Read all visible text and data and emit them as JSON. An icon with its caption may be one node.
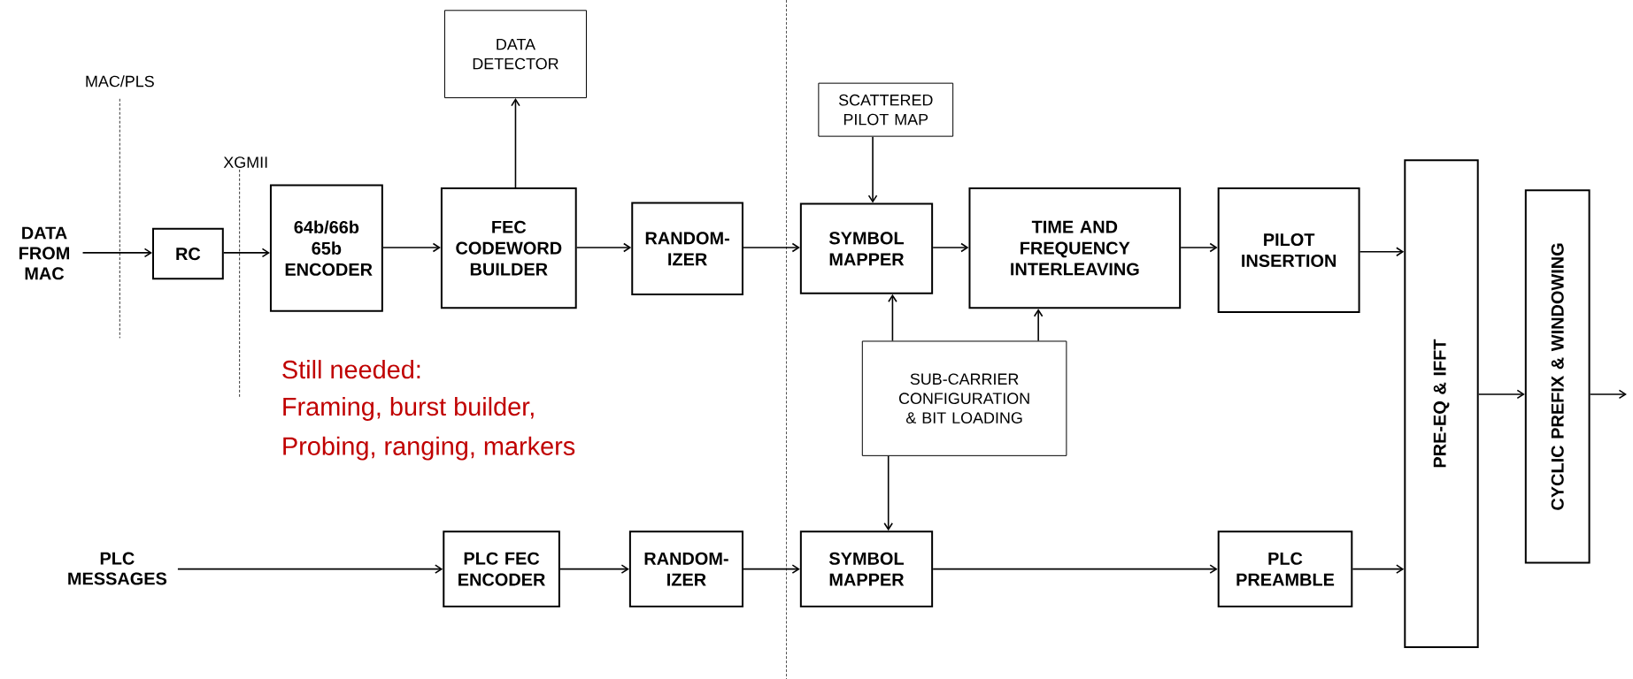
{
  "diagram": {
    "nodes": [
      {
        "text": [
          "DATA FROM MAC"
        ]
      },
      {
        "text": [
          "RC"
        ]
      },
      {
        "text": [
          "64b/66b 65b ENCODER"
        ]
      },
      {
        "text": [
          "FEC CODEWORD BUILDER"
        ]
      },
      {
        "text": [
          "DATA DETECTOR"
        ]
      },
      {
        "text": [
          "RANDOM-IZER"
        ]
      },
      {
        "text": [
          "SCATTERED PILOT MAP"
        ]
      },
      {
        "text": [
          "SYMBOL MAPPER"
        ]
      },
      {
        "text": [
          "TIME AND FREQUENCY INTERLEAVING"
        ]
      },
      {
        "text": [
          "PILOT INSERTION"
        ]
      },
      {
        "text": [
          "SUB-CARRIER CONFIGURATION & BIT LOADING"
        ]
      },
      {
        "text": [
          "PLC MESSAGES"
        ]
      },
      {
        "text": [
          "PLC FEC ENCODER"
        ]
      },
      {
        "text": [
          "RANDOM-IZER"
        ]
      },
      {
        "text": [
          "SYMBOL MAPPER"
        ]
      },
      {
        "text": [
          "PLC PREAMBLE"
        ]
      },
      {
        "text": [
          "PRE-EQ & IFFT"
        ]
      },
      {
        "text": [
          "CYCLIC PREFIX & WINDOWING"
        ]
      }
    ],
    "edges": [
      {
        "from": 0,
        "to": 1,
        "arrow": "to"
      },
      {
        "from": 1,
        "to": 2,
        "arrow": "to"
      },
      {
        "from": 2,
        "to": 3,
        "arrow": "to"
      },
      {
        "from": 3,
        "to": 4,
        "arrow": "to"
      },
      {
        "from": 3,
        "to": 5,
        "arrow": "to"
      },
      {
        "from": 5,
        "to": 7,
        "arrow": "to"
      },
      {
        "from": 6,
        "to": 7,
        "arrow": "to"
      },
      {
        "from": 7,
        "to": 8,
        "arrow": "to"
      },
      {
        "from": 8,
        "to": 9,
        "arrow": "to"
      },
      {
        "from": 9,
        "to": 16,
        "arrow": "to"
      },
      {
        "from": 10,
        "to": 7,
        "arrow": "to"
      },
      {
        "from": 10,
        "to": 8,
        "arrow": "to"
      },
      {
        "from": 10,
        "to": 14,
        "arrow": "to"
      },
      {
        "from": 11,
        "to": 12,
        "arrow": "to"
      },
      {
        "from": 12,
        "to": 13,
        "arrow": "to"
      },
      {
        "from": 13,
        "to": 14,
        "arrow": "to"
      },
      {
        "from": 14,
        "to": 15,
        "arrow": "to"
      },
      {
        "from": 15,
        "to": 16,
        "arrow": "to"
      },
      {
        "from": 16,
        "to": 17,
        "arrow": "to"
      },
      {
        "from": 17,
        "to": null,
        "arrow": "to"
      }
    ],
    "labels": [
      "MAC/PLS",
      "XGMII",
      "Still needed:",
      "Framing, burst builder,",
      "Probing, ranging, markers"
    ]
  }
}
